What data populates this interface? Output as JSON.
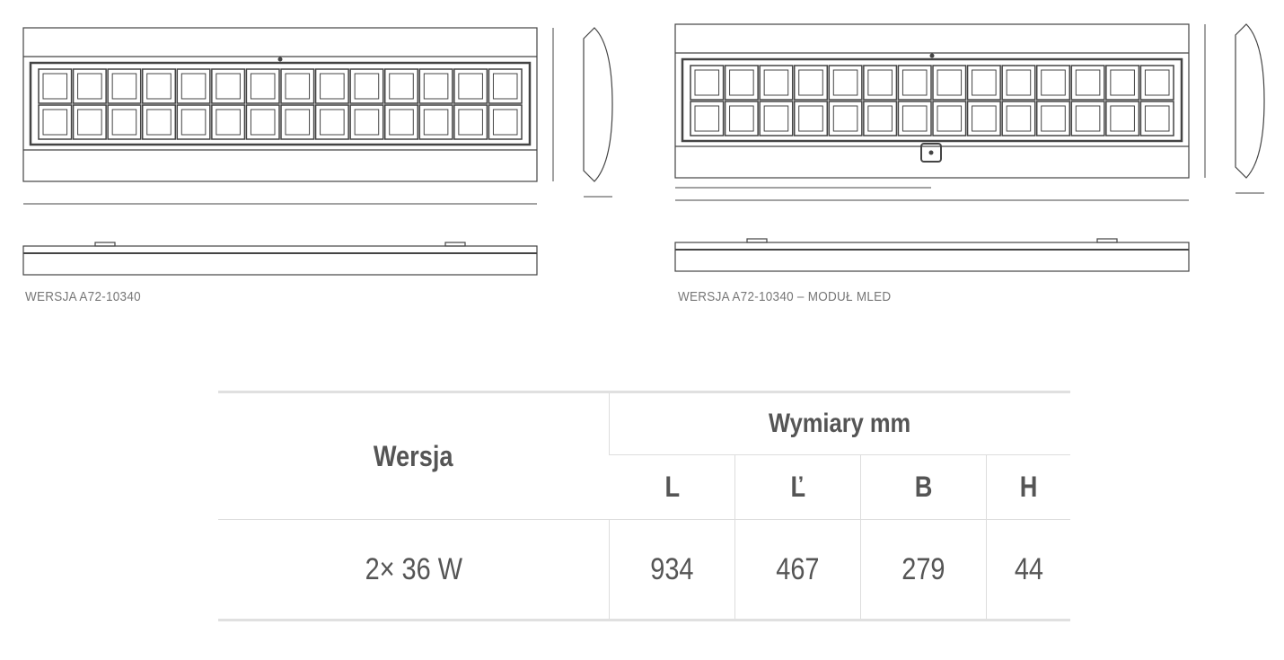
{
  "drawings": [
    {
      "caption": "WERSJA A72-10340",
      "module": false
    },
    {
      "caption": "WERSJA A72-10340 – MODUŁ MLED",
      "module": true
    }
  ],
  "grid": {
    "columns": 14,
    "rows": 2
  },
  "table": {
    "version_header": "Wersja",
    "dimensions_header": "Wymiary mm",
    "columns": [
      "L",
      "Ľ",
      "B",
      "H"
    ],
    "rows": [
      {
        "version": "2× 36 W",
        "values": [
          "934",
          "467",
          "279",
          "44"
        ]
      }
    ]
  },
  "colors": {
    "line": "#444444",
    "text": "#555555",
    "border": "#dddddd"
  }
}
